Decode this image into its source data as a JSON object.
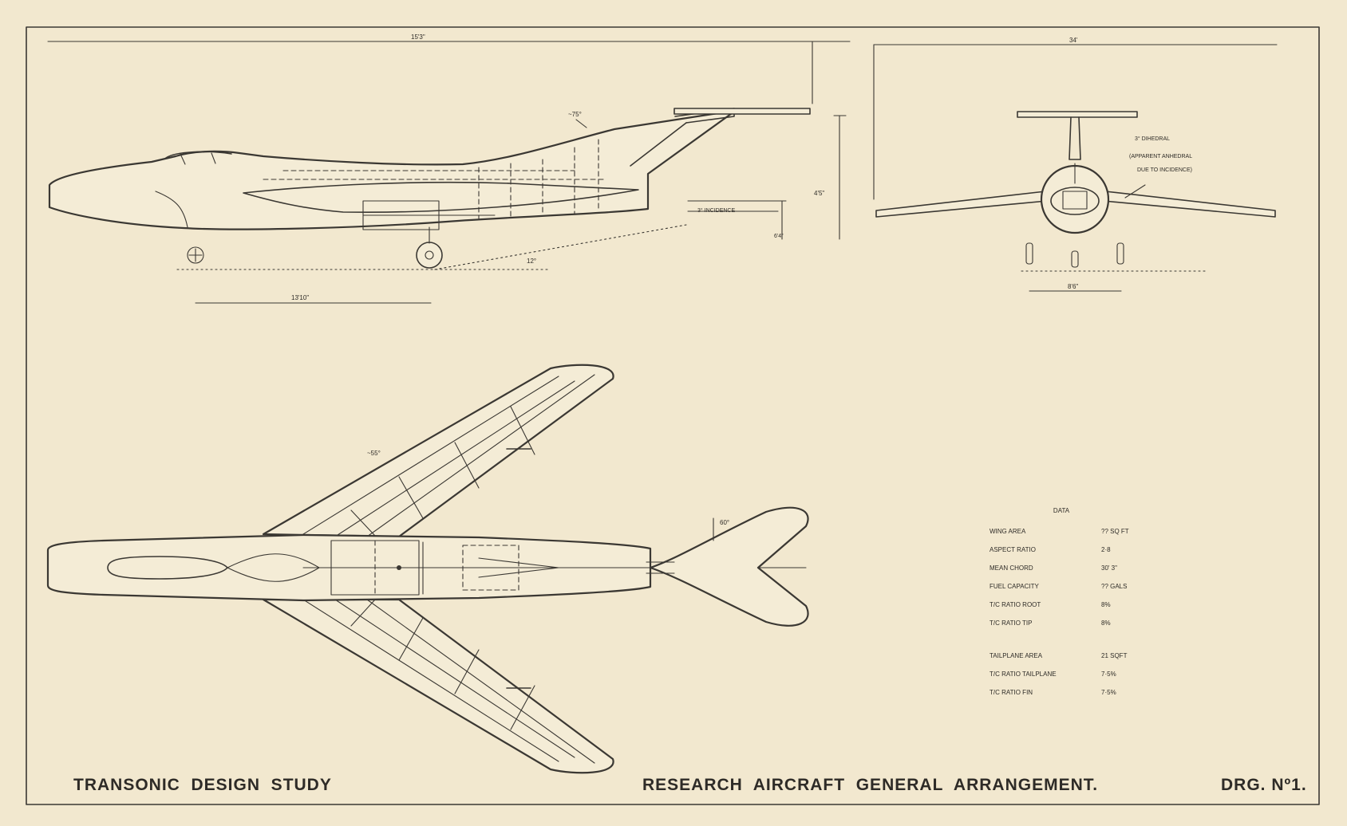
{
  "title_block": {
    "left": "TRANSONIC  DESIGN  STUDY",
    "center": "RESEARCH  AIRCRAFT  GENERAL  ARRANGEMENT.",
    "right": "DRG. Nº1."
  },
  "side_view": {
    "overall_length": "15'3\"",
    "height": "4'5\"",
    "sweep_fin": "~75°",
    "incidence": "3° INCIDENCE",
    "ground_angle": "12°",
    "wheel_dim": "6'4\"",
    "wheelbase": "13'10\""
  },
  "front_view": {
    "span": "34'",
    "dihedral_label": "3° DIHEDRAL",
    "dihedral_note_1": "(APPARENT ANHEDRAL",
    "dihedral_note_2": "DUE TO INCIDENCE)",
    "track": "8'6\""
  },
  "plan_view": {
    "wing_sweep": "~55°",
    "tail_sweep": "60°"
  },
  "data_table": {
    "heading": "DATA",
    "rows": [
      {
        "label": "WING AREA",
        "value": "?? SQ FT"
      },
      {
        "label": "ASPECT RATIO",
        "value": "2·8"
      },
      {
        "label": "MEAN CHORD",
        "value": "30' 3\""
      },
      {
        "label": "FUEL CAPACITY",
        "value": "?? GALS"
      },
      {
        "label": "T/C RATIO ROOT",
        "value": "8%"
      },
      {
        "label": "T/C RATIO TIP",
        "value": "8%"
      }
    ],
    "tail_rows": [
      {
        "label": "TAILPLANE AREA",
        "value": "21 SQFT"
      },
      {
        "label": "T/C RATIO  TAILPLANE",
        "value": "7·5%"
      },
      {
        "label": "T/C RATIO FIN",
        "value": "7·5%"
      }
    ]
  },
  "colors": {
    "paper": "#f2e8cf",
    "ink": "#3b3833"
  }
}
